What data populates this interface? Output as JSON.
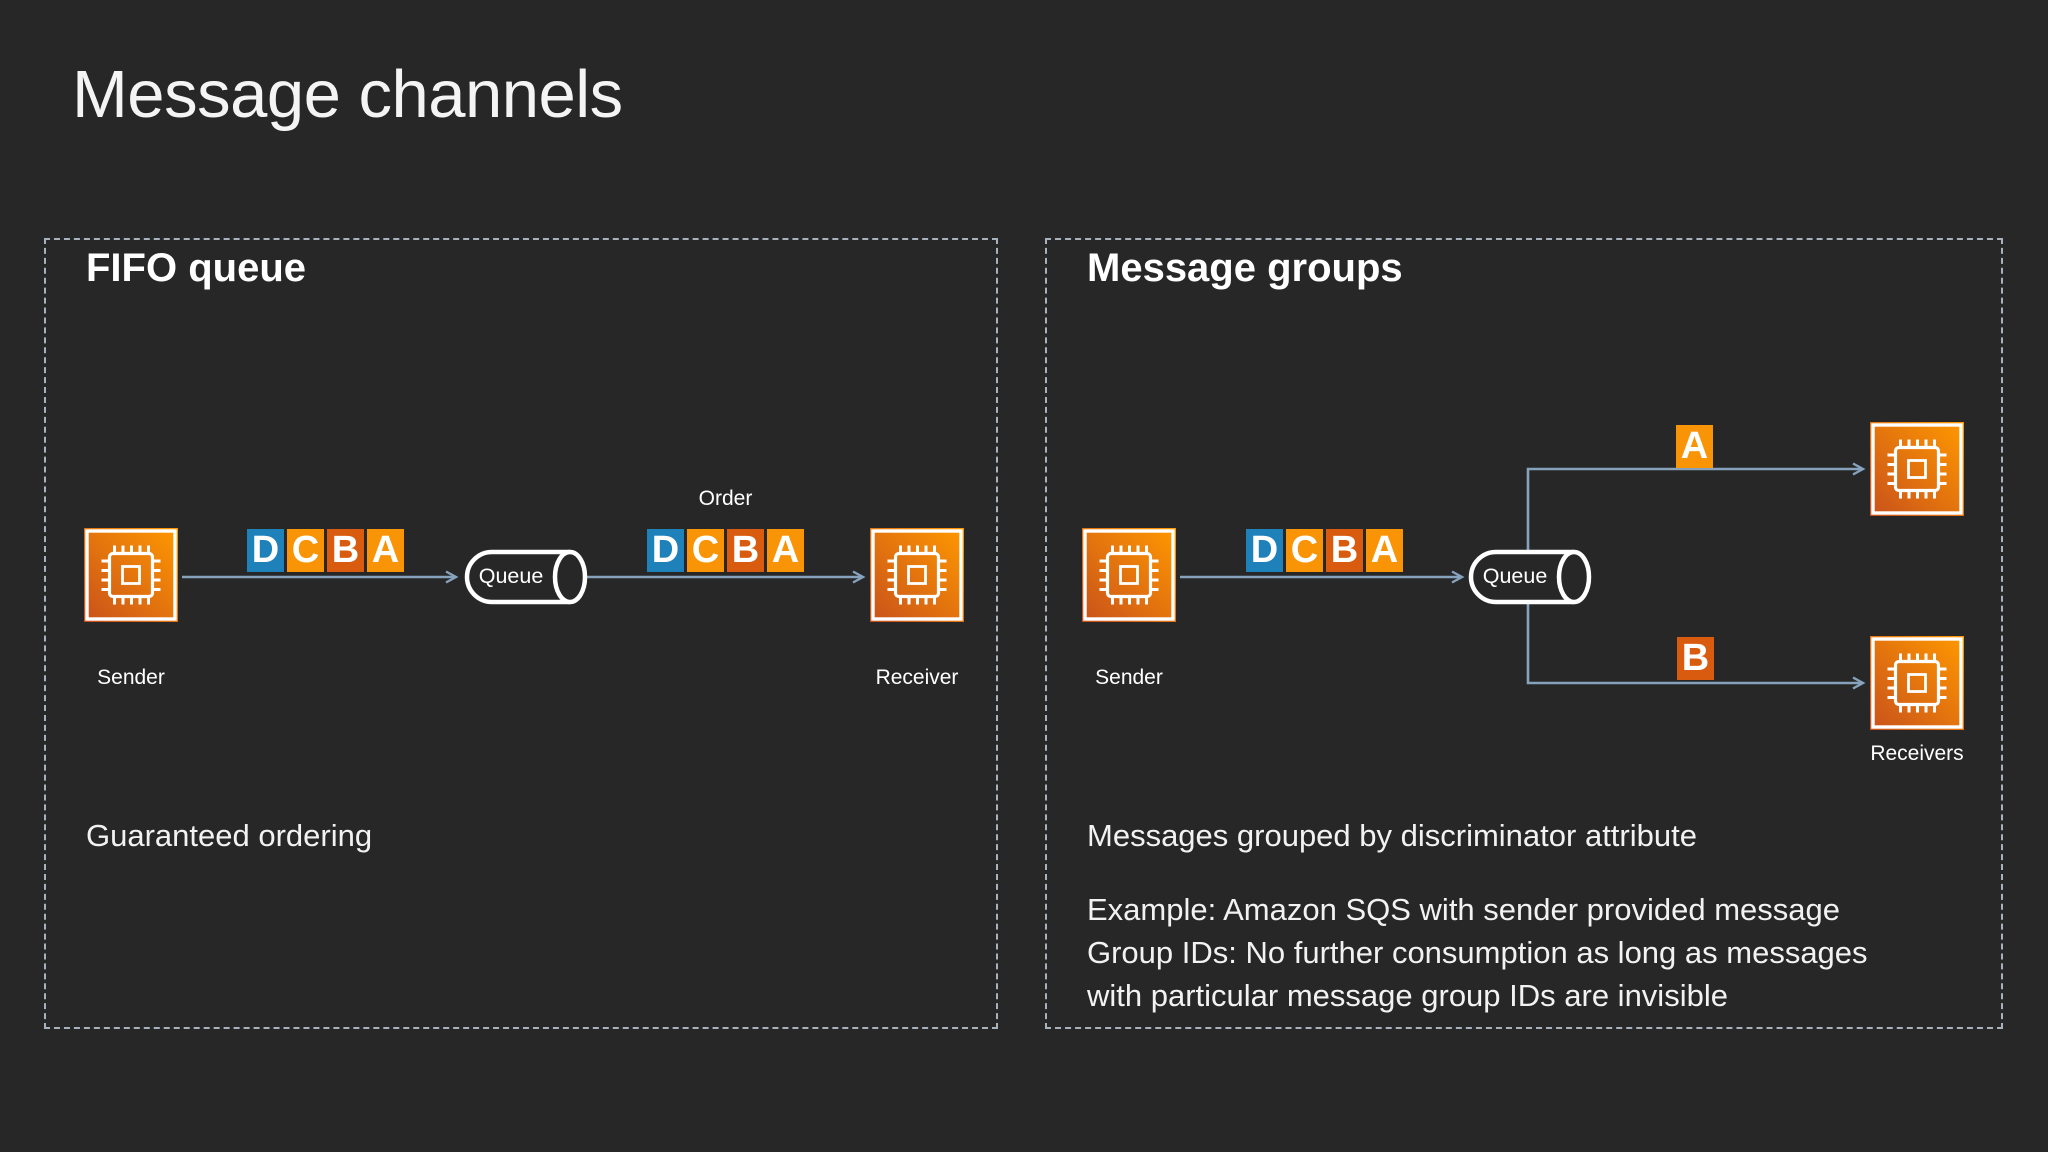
{
  "title": "Message channels",
  "panels": [
    {
      "heading": "FIFO queue",
      "caption": "Guaranteed ordering",
      "sender_label": "Sender",
      "receiver_label": "Receiver",
      "queue_label": "Queue",
      "order_label": "Order",
      "message_blocks": [
        {
          "letter": "D",
          "color": "#1E81BA"
        },
        {
          "letter": "C",
          "color": "#F89406"
        },
        {
          "letter": "B",
          "color": "#D95B0F"
        },
        {
          "letter": "A",
          "color": "#F89406"
        }
      ]
    },
    {
      "heading": "Message groups",
      "caption": "Messages grouped by discriminator attribute",
      "example_lines": [
        "Example: Amazon SQS with sender provided message",
        "Group IDs: No further consumption as long as messages",
        "with particular message group IDs are invisible"
      ],
      "sender_label": "Sender",
      "receivers_label": "Receivers",
      "queue_label": "Queue",
      "group_labels": [
        {
          "letter": "A",
          "color": "#F89406"
        },
        {
          "letter": "B",
          "color": "#D95B0F"
        }
      ],
      "message_blocks": [
        {
          "letter": "D",
          "color": "#1E81BA"
        },
        {
          "letter": "C",
          "color": "#F89406"
        },
        {
          "letter": "B",
          "color": "#D95B0F"
        },
        {
          "letter": "A",
          "color": "#F89406"
        }
      ]
    }
  ],
  "icons": {
    "processor_chip": "processor-chip-icon",
    "queue_cylinder": "queue-cylinder-icon"
  },
  "colors": {
    "background": "#272727",
    "panel_border": "#A8B2BC",
    "connector": "#86A2BD",
    "text": "#FFFFFF",
    "block_blue": "#1E81BA",
    "block_orange": "#F89406",
    "block_dark_orange": "#D95B0F",
    "chip_gradient_start": "#C8511B",
    "chip_gradient_end": "#FF9900"
  }
}
